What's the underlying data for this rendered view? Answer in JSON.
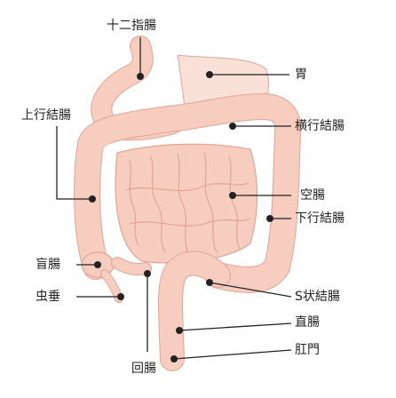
{
  "colors": {
    "organ_fill": "#f6cdbf",
    "organ_light": "#fae1d8",
    "outline": "#e0a496",
    "leader": "#222222"
  },
  "labels": {
    "duodenum": "十二指腸",
    "stomach": "胃",
    "ascending_colon": "上行結腸",
    "transverse_colon": "横行結腸",
    "jejunum": "空腸",
    "descending_colon": "下行結腸",
    "cecum": "盲腸",
    "appendix": "虫垂",
    "sigmoid_colon": "S状結腸",
    "rectum": "直腸",
    "anus": "肛門",
    "ileum": "回腸"
  }
}
